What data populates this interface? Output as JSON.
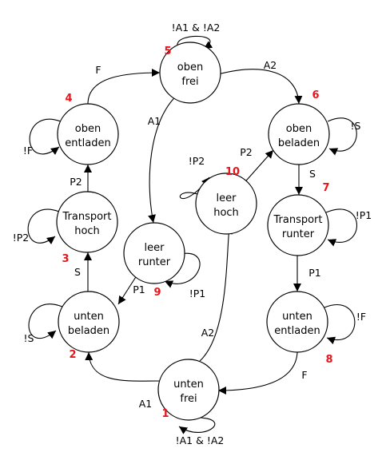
{
  "states": [
    {
      "id": "1",
      "line1": "unten",
      "line2": "frei",
      "number": "1"
    },
    {
      "id": "2",
      "line1": "unten",
      "line2": "beladen",
      "number": "2"
    },
    {
      "id": "3",
      "line1": "Transport",
      "line2": "hoch",
      "number": "3"
    },
    {
      "id": "4",
      "line1": "oben",
      "line2": "entladen",
      "number": "4"
    },
    {
      "id": "5",
      "line1": "oben",
      "line2": "frei",
      "number": "5"
    },
    {
      "id": "6",
      "line1": "oben",
      "line2": "beladen",
      "number": "6"
    },
    {
      "id": "7",
      "line1": "Transport",
      "line2": "runter",
      "number": "7"
    },
    {
      "id": "8",
      "line1": "unten",
      "line2": "entladen",
      "number": "8"
    },
    {
      "id": "9",
      "line1": "leer",
      "line2": "runter",
      "number": "9"
    },
    {
      "id": "10",
      "line1": "leer",
      "line2": "hoch",
      "number": "10"
    }
  ],
  "transitions": [
    {
      "id": "1-2",
      "label": "A1"
    },
    {
      "id": "1-10",
      "label": "A2"
    },
    {
      "id": "1-1",
      "label": "!A1 & !A2"
    },
    {
      "id": "2-3",
      "label": "S"
    },
    {
      "id": "2-2",
      "label": "!S"
    },
    {
      "id": "3-4",
      "label": "P2"
    },
    {
      "id": "3-3",
      "label": "!P2"
    },
    {
      "id": "4-5",
      "label": "F"
    },
    {
      "id": "4-4",
      "label": "!F"
    },
    {
      "id": "5-6",
      "label": "A2"
    },
    {
      "id": "5-9",
      "label": "A1"
    },
    {
      "id": "5-5",
      "label": "!A1 & !A2"
    },
    {
      "id": "6-7",
      "label": "S"
    },
    {
      "id": "6-6",
      "label": "!S"
    },
    {
      "id": "7-8",
      "label": "P1"
    },
    {
      "id": "7-7",
      "label": "!P1"
    },
    {
      "id": "8-1",
      "label": "F"
    },
    {
      "id": "8-8",
      "label": "!F"
    },
    {
      "id": "9-2",
      "label": "P1"
    },
    {
      "id": "9-9",
      "label": "!P1"
    },
    {
      "id": "10-6",
      "label": "P2"
    },
    {
      "id": "10-10",
      "label": "!P2"
    }
  ]
}
